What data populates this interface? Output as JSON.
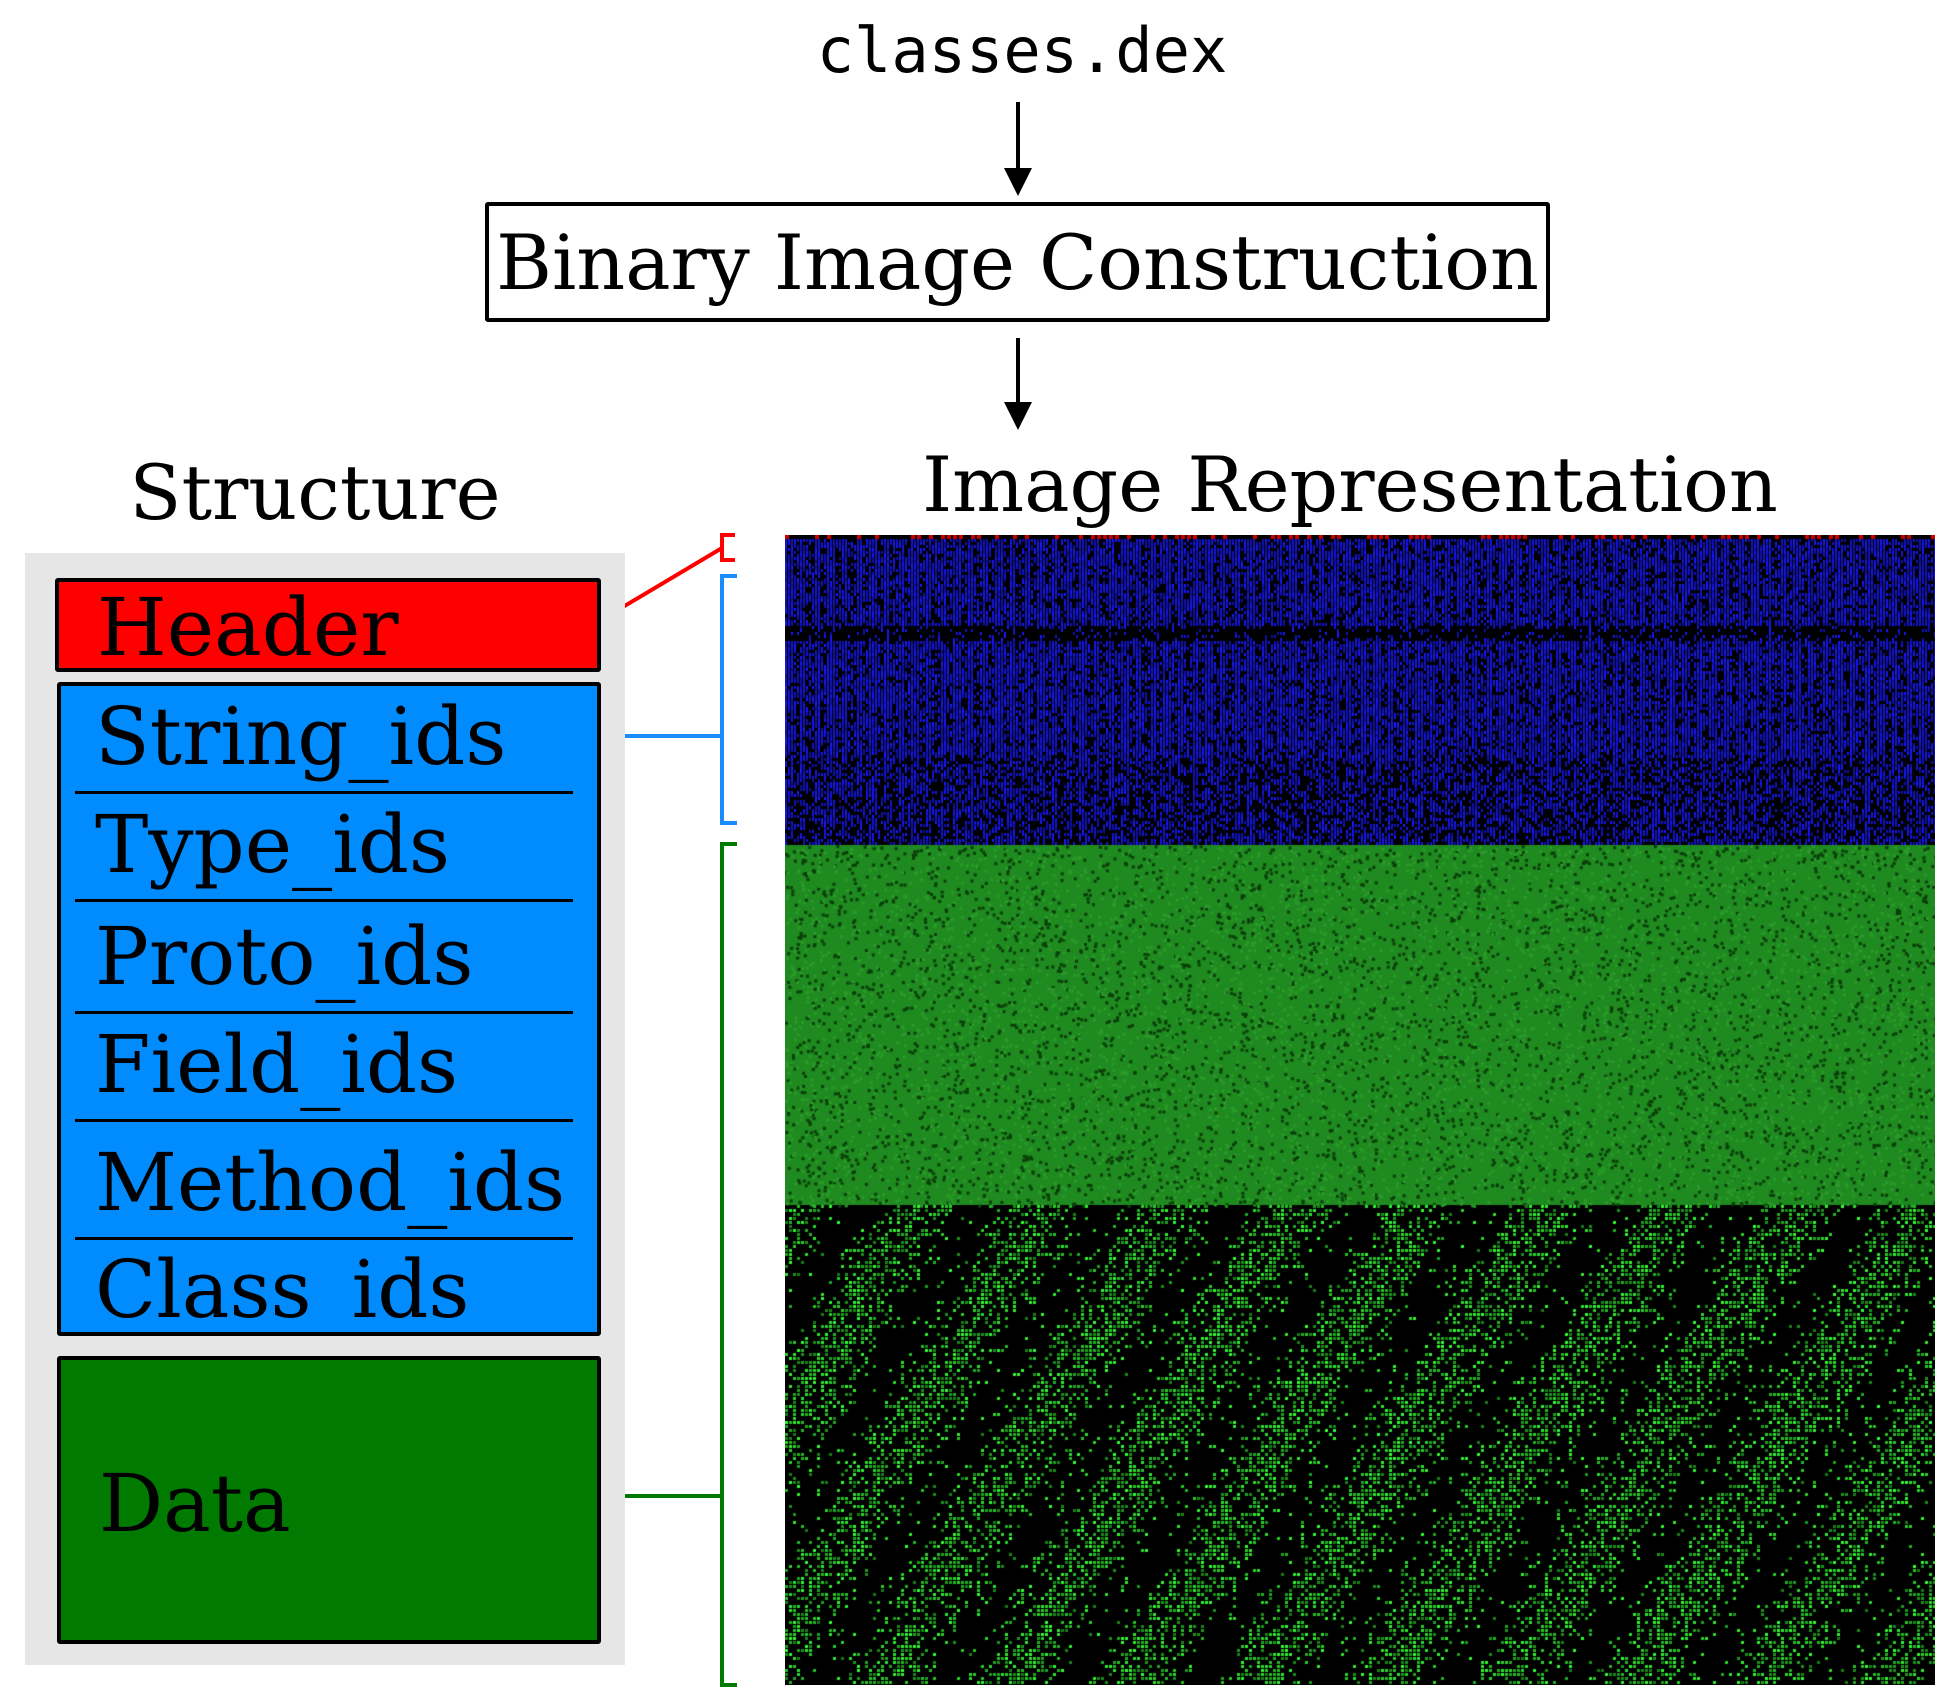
{
  "input_file": "classes.dex",
  "process_label": "Binary Image Construction",
  "structure_title": "Structure",
  "image_title": "Image Representation",
  "sections": {
    "header": "Header",
    "ids": [
      "String_ids",
      "Type_ids",
      "Proto_ids",
      "Field_ids",
      "Method_ids",
      "Class_ids"
    ],
    "data": "Data"
  },
  "colors": {
    "header": "#ff0000",
    "ids": "#008cff",
    "data": "#007a00",
    "ids_image": "#1a1aff",
    "data_image": "#1f8a1f",
    "data_image_bright": "#33dd33"
  }
}
